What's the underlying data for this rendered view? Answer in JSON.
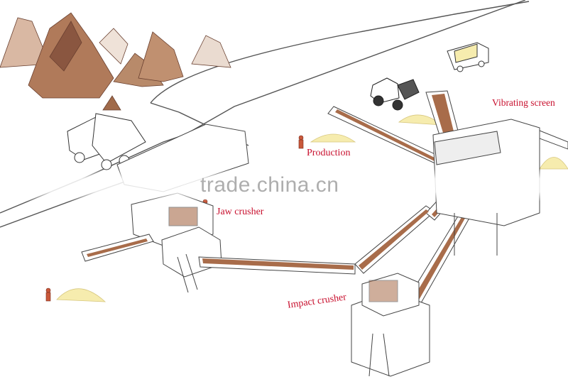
{
  "labels": {
    "jaw_crusher": "Jaw crusher",
    "production": "Production",
    "vibrating_screen": "Vibrating screen",
    "impact_crusher": "Impact crusher"
  },
  "watermark": "trade.china.cn",
  "colors": {
    "label": "#c8102e",
    "rock": "#b07a5a",
    "rock_dark": "#7a4a33",
    "sand": "#f6ecae",
    "line": "#444444",
    "belt_material": "#a86c4a"
  },
  "icons": [
    "mountain-icon",
    "dump-truck-icon",
    "loader-icon",
    "worker-icon",
    "sand-pile-icon"
  ]
}
